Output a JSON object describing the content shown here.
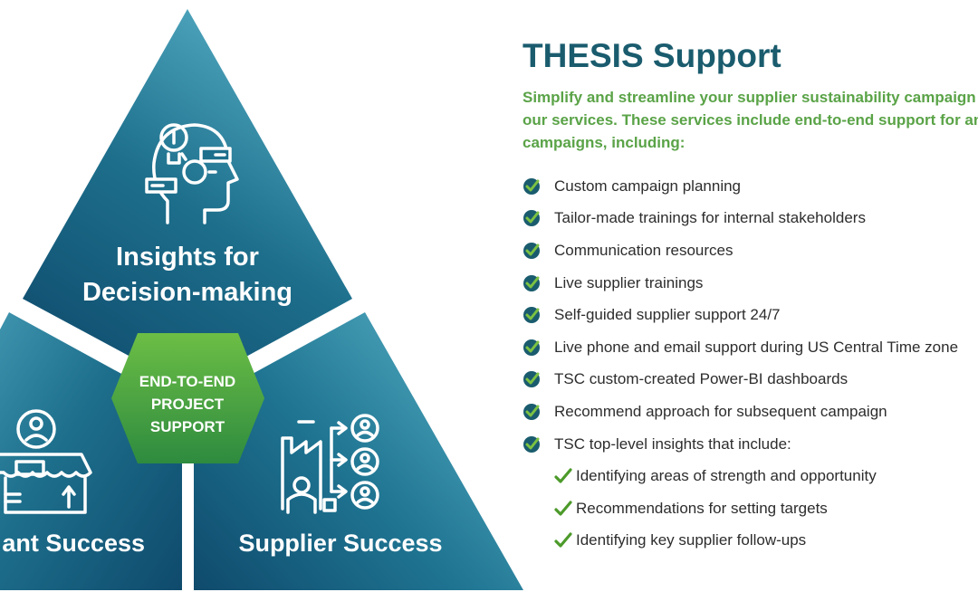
{
  "diagram": {
    "top_label_line1": "Insights for",
    "top_label_line2": "Decision-making",
    "left_label": "ant Success",
    "right_label": "Supplier Success",
    "center_line1": "END-TO-END",
    "center_line2": "PROJECT",
    "center_line3": "SUPPORT",
    "icons": [
      "head-lightbulb-icon",
      "storefront-person-icon",
      "factory-people-network-icon"
    ],
    "colors": {
      "dark": "#0f4a6c",
      "mid": "#1d6f8c",
      "light": "#4fa6bd",
      "hex_light": "#6cbe45",
      "hex_dark": "#2e8b3f",
      "check_green": "#4c9a2a"
    }
  },
  "panel": {
    "title": "THESIS Support",
    "intro": "Simplify and streamline your supplier sustainability campaign with our services. These services include end-to-end support for annual campaigns, including:",
    "items": [
      "Custom campaign planning",
      "Tailor-made trainings for internal stakeholders",
      "Communication resources",
      "Live supplier trainings",
      "Self-guided supplier support 24/7",
      "Live phone and email support during US Central Time zone",
      "TSC custom-created Power-BI dashboards",
      "Recommend approach for subsequent campaign",
      "TSC top-level insights that include:"
    ],
    "subitems": [
      "Identifying areas of strength and opportunity",
      "Recommendations for setting targets",
      "Identifying key supplier follow-ups"
    ]
  }
}
